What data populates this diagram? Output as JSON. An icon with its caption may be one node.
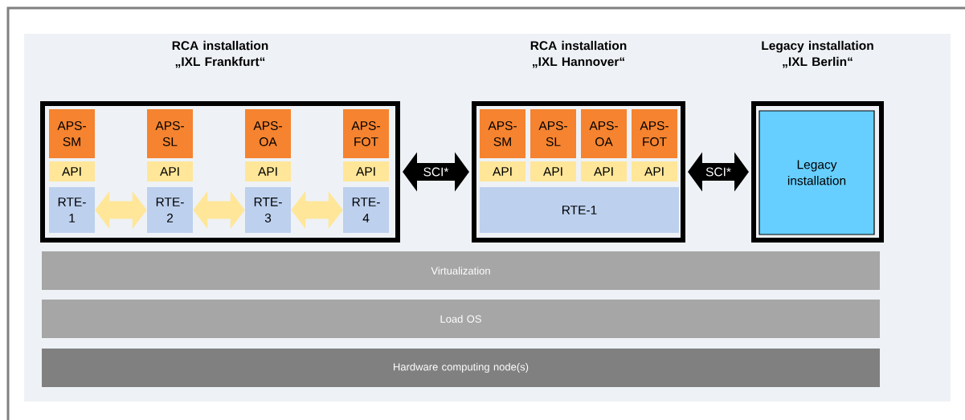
{
  "diagram": {
    "nodes": [
      {
        "text": [
          "RCA installation „IXL Frankfurt“"
        ]
      },
      {
        "text": [
          "APS- SM"
        ],
        "in": 0
      },
      {
        "text": [
          "APS- SL"
        ],
        "in": 0
      },
      {
        "text": [
          "APS- OA"
        ],
        "in": 0
      },
      {
        "text": [
          "APS- FOT"
        ],
        "in": 0
      },
      {
        "text": [
          "API"
        ],
        "in": 0
      },
      {
        "text": [
          "API"
        ],
        "in": 0
      },
      {
        "text": [
          "API"
        ],
        "in": 0
      },
      {
        "text": [
          "API"
        ],
        "in": 0
      },
      {
        "text": [
          "RTE- 1"
        ],
        "in": 0
      },
      {
        "text": [
          "RTE- 2"
        ],
        "in": 0
      },
      {
        "text": [
          "RTE- 3"
        ],
        "in": 0
      },
      {
        "text": [
          "RTE- 4"
        ],
        "in": 0
      },
      {
        "text": [
          "RCA installation „IXL Hannover“"
        ]
      },
      {
        "text": [
          "APS- SM"
        ],
        "in": 13
      },
      {
        "text": [
          "APS- SL"
        ],
        "in": 13
      },
      {
        "text": [
          "APS- OA"
        ],
        "in": 13
      },
      {
        "text": [
          "APS- FOT"
        ],
        "in": 13
      },
      {
        "text": [
          "API"
        ],
        "in": 13
      },
      {
        "text": [
          "API"
        ],
        "in": 13
      },
      {
        "text": [
          "API"
        ],
        "in": 13
      },
      {
        "text": [
          "API"
        ],
        "in": 13
      },
      {
        "text": [
          "RTE-1"
        ],
        "in": 13
      },
      {
        "text": [
          "Legacy installation „IXL Berlin“"
        ]
      },
      {
        "text": [
          "Legacy installation"
        ],
        "in": 23
      },
      {
        "text": [
          "Virtualization"
        ]
      },
      {
        "text": [
          "Load OS"
        ]
      },
      {
        "text": [
          "Hardware computing node(s)"
        ]
      }
    ],
    "edges": [
      {
        "from": 9,
        "to": 10,
        "arrow": "both"
      },
      {
        "from": 10,
        "to": 11,
        "arrow": "both"
      },
      {
        "from": 11,
        "to": 12,
        "arrow": "both"
      },
      {
        "from": 0,
        "to": 13,
        "arrow": "both",
        "label": "SCI*",
        "color": "#000000"
      },
      {
        "from": 13,
        "to": 23,
        "arrow": "both",
        "label": "SCI*",
        "color": "#000000"
      }
    ]
  }
}
